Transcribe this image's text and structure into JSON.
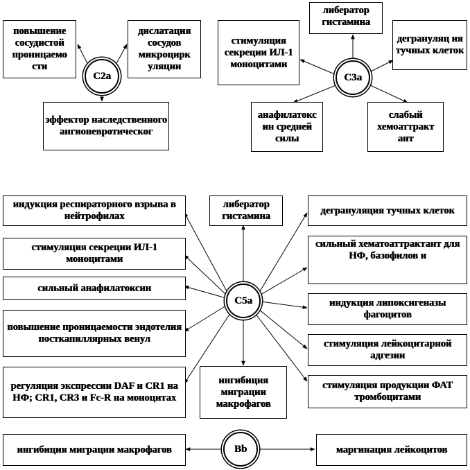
{
  "groups": {
    "c2a": {
      "node": "С2а",
      "effects": [
        "повышение сосудистой проницаемо сти",
        "дислатация сосудов микроцирк уляции",
        "эффектор наследственного ангионевротическог"
      ]
    },
    "c3a": {
      "node": "С3а",
      "effects": [
        "стимуляция секреции ИЛ-1 моноцитами",
        "либератор гистамина",
        "дегрануляц ия тучных клеток",
        "анафилатокс ин средней силы",
        "слабый хемоаттракт ант"
      ]
    },
    "c5a": {
      "node": "С5а",
      "effects": [
        "индукция респираторного взрыва в нейтрофилах",
        "либератор гистамина",
        "дегрануляция тучных клеток",
        "стимуляция секреции ИЛ-1 моноцитами",
        "сильный хематоаттрактант для НФ, базофилов и",
        "сильный анафилатоксин",
        "индукция липоксигеназы фагоцитов",
        "повышение проницаемости эндотелия посткапиллярных венул",
        "стимуляция лейкоцитарной адгезии",
        "регуляция экспрессии DAF и CR1 на НФ; CR1, CR3 и Fc-R на моноцитах",
        "ингибиция миграции макрофагов",
        "стимуляция продукции ФАТ тромбоцитами"
      ]
    },
    "bb": {
      "node": "Bb",
      "effects": [
        "ингибиция миграции макрофагов",
        "маргинация лейкоцитов"
      ]
    }
  }
}
